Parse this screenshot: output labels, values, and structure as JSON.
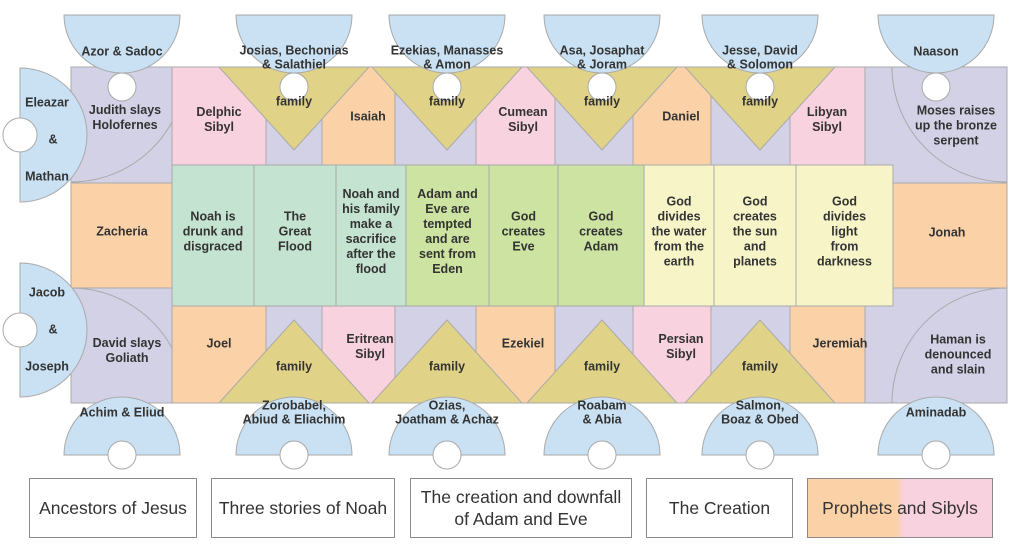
{
  "colors": {
    "ancestors": "#c9e1f3",
    "noah": "#c5e3d1",
    "adam_eve": "#cde3a1",
    "creation": "#f7f5c8",
    "prophet": "#fbd2a8",
    "sibyl": "#f9d2df",
    "family": "#e0d388",
    "story": "#d3d1e6",
    "line": "#a9a9a9"
  },
  "lunettes_top": [
    "Azor & Sadoc",
    "Josias, Bechonias & Salathiel",
    "Ezekias, Manasses & Amon",
    "Asa, Josaphat & Joram",
    "Jesse, David & Solomon",
    "Naason"
  ],
  "lunettes_bottom": [
    "Achim & Eliud",
    "Zorobabel, Abiud & Eliachim",
    "Ozias, Joatham & Achaz",
    "Roabam & Abia",
    "Salmon, Boaz & Obed",
    "Aminadab"
  ],
  "lunettes_left": [
    "Eleazar & Mathan",
    "Jacob & Joseph"
  ],
  "corners": [
    "Judith slays Holofernes",
    "Moses raises up the bronze serpent",
    "David slays Goliath",
    "Haman is denounced and slain"
  ],
  "seers_top": [
    "Delphic Sibyl",
    "Isaiah",
    "Cumean Sibyl",
    "Daniel",
    "Libyan Sibyl"
  ],
  "seers_bottom": [
    "Joel",
    "Eritrean Sibyl",
    "Ezekiel",
    "Persian Sibyl",
    "Jeremiah"
  ],
  "seers_ends": [
    "Zacheria",
    "Jonah"
  ],
  "family_label": "family",
  "panels": [
    "Noah is drunk and disgraced",
    "The Great Flood",
    "Noah and his family make a sacrifice after the flood",
    "Adam and Eve are tempted and are sent from Eden",
    "God creates Eve",
    "God creates Adam",
    "God divides the water from the earth",
    "God creates the sun and planets",
    "God divides light from darkness"
  ],
  "legend": {
    "ancestors": "Ancestors of Jesus",
    "noah": "Three stories of Noah",
    "adam_eve": "The creation and downfall of Adam and Eve",
    "creation": "The Creation",
    "prophets": "Prophets and ",
    "sibyls": "Sibyls"
  }
}
